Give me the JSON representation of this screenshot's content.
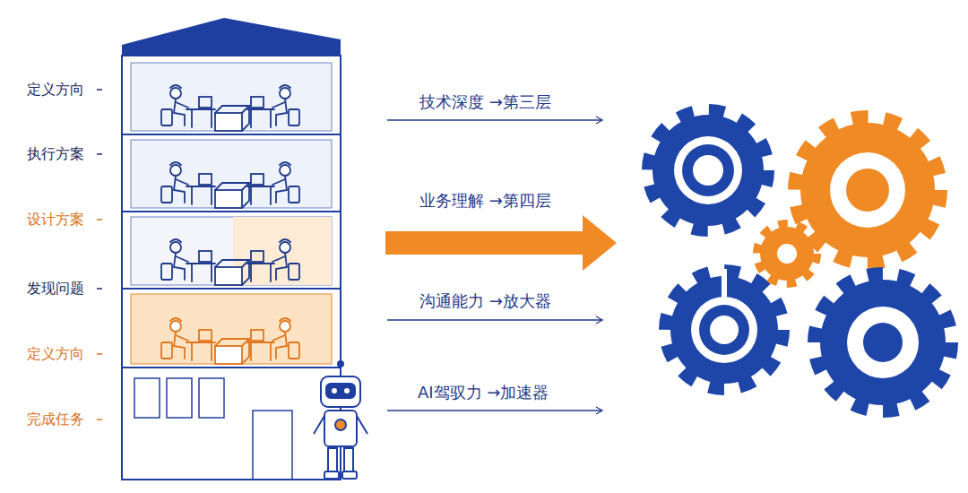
{
  "diagram": {
    "labels": [
      "定义方向",
      "执行方案",
      "设计方案",
      "发现问题",
      "定义方向",
      "完成任务",
      "技术深度 →第三层",
      "业务理解 →第四层",
      "沟通能力 →放大器",
      "AI驾驭力 →加速器"
    ]
  }
}
